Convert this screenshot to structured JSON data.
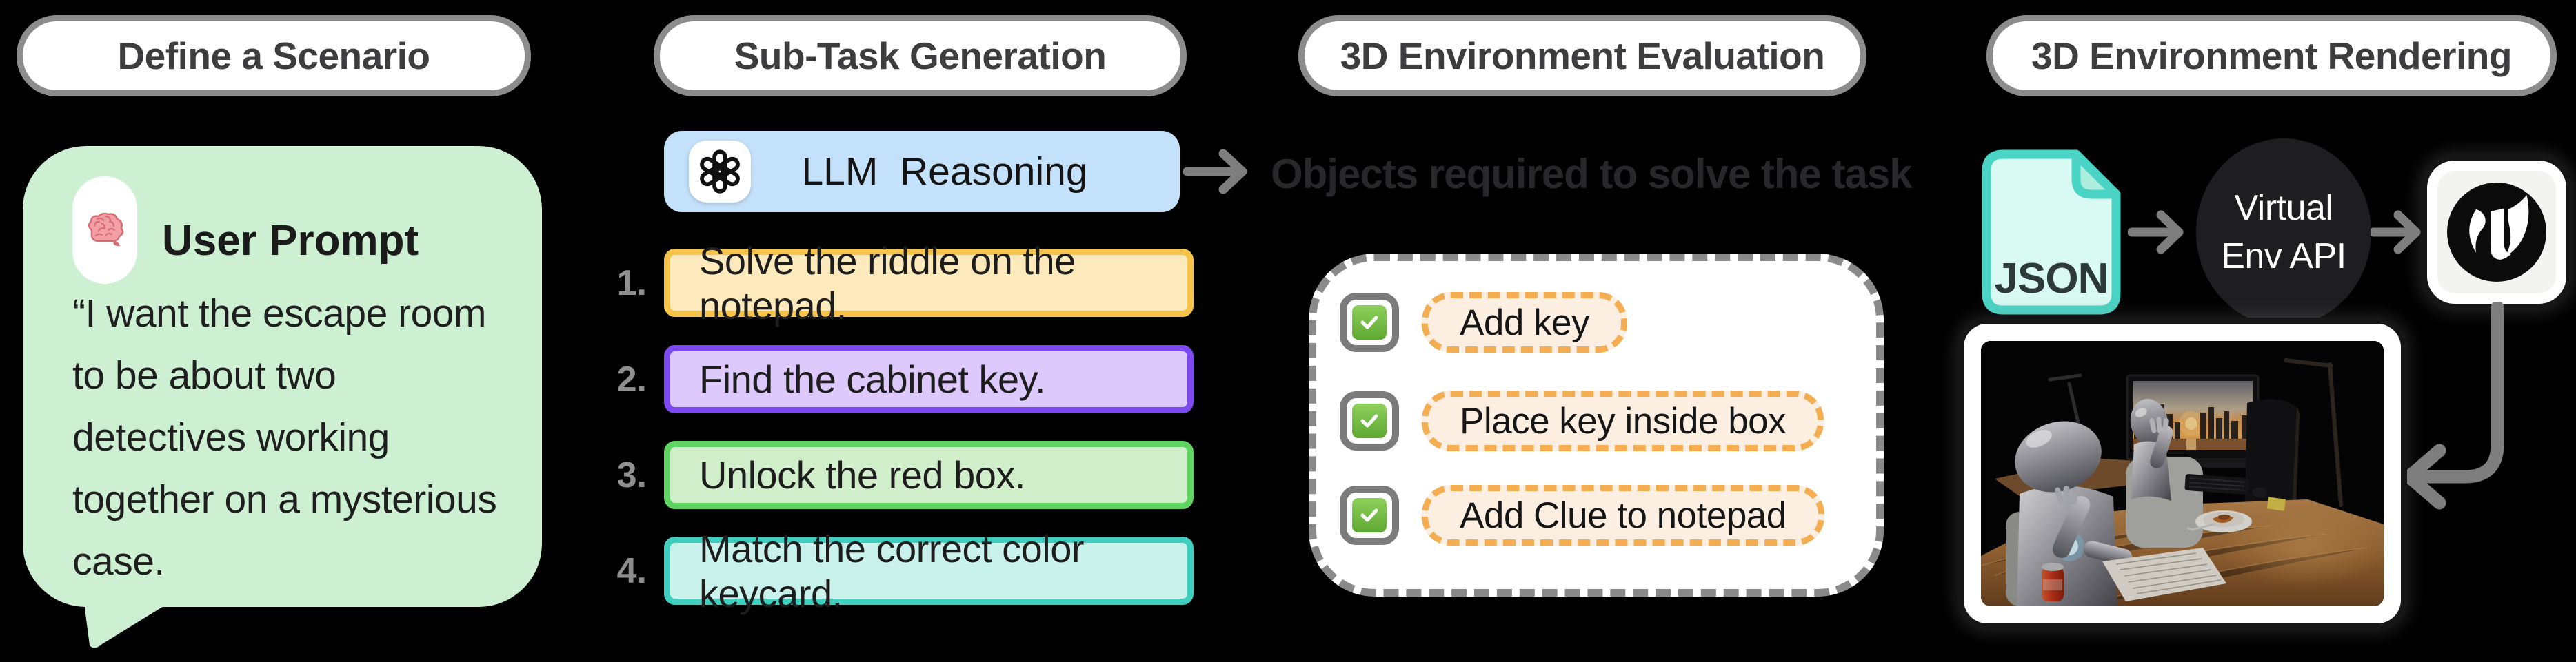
{
  "headers": [
    {
      "label": "Define a Scenario"
    },
    {
      "label": "Sub-Task Generation"
    },
    {
      "label": "3D Environment Evaluation"
    },
    {
      "label": "3D Environment Rendering"
    }
  ],
  "user_prompt": {
    "icon": "brain-icon",
    "title": "User Prompt",
    "quote": "“I want the escape room to be about two detectives working together on a mysterious case.",
    "bubble_color": "#cdf0d2"
  },
  "subtask": {
    "llm_label": "LLM  Reasoning",
    "llm_icon": "openai-logo-icon",
    "chip_color": "#c3e1fa",
    "tasks": [
      {
        "num": "1.",
        "label": "Solve the riddle on the notepad.",
        "style": "background:#fdeabc;border-color:#f6c44b"
      },
      {
        "num": "2.",
        "label": "Find the cabinet key.",
        "style": "background:#ddc9fb;border-color:#7c4af0"
      },
      {
        "num": "3.",
        "label": "Unlock the red box.",
        "style": "background:#cfeec9;border-color:#5fd463"
      },
      {
        "num": "4.",
        "label": "Match the correct color keycard.",
        "style": "background:#c9f2ec;border-color:#3fcfc0"
      }
    ]
  },
  "evaluation": {
    "caption": "Objects required to solve the task",
    "check_icon": "checked-checkbox-icon",
    "pill_border_color": "#f5ad52",
    "pill_fill_color": "#fcefe2",
    "items": [
      {
        "label": "Add key"
      },
      {
        "label": "Place key inside box"
      },
      {
        "label": "Add Clue to notepad"
      }
    ]
  },
  "rendering": {
    "json_file_label": "JSON",
    "json_icon": "json-file-icon",
    "api_line1": "Virtual",
    "api_line2": "Env API",
    "engine_icon": "unreal-engine-logo-icon",
    "scene_description": "two-robots-at-desk-render"
  },
  "colors": {
    "background": "#000000",
    "arrow": "#7e7e7e",
    "header_border": "#8c8c8c"
  }
}
